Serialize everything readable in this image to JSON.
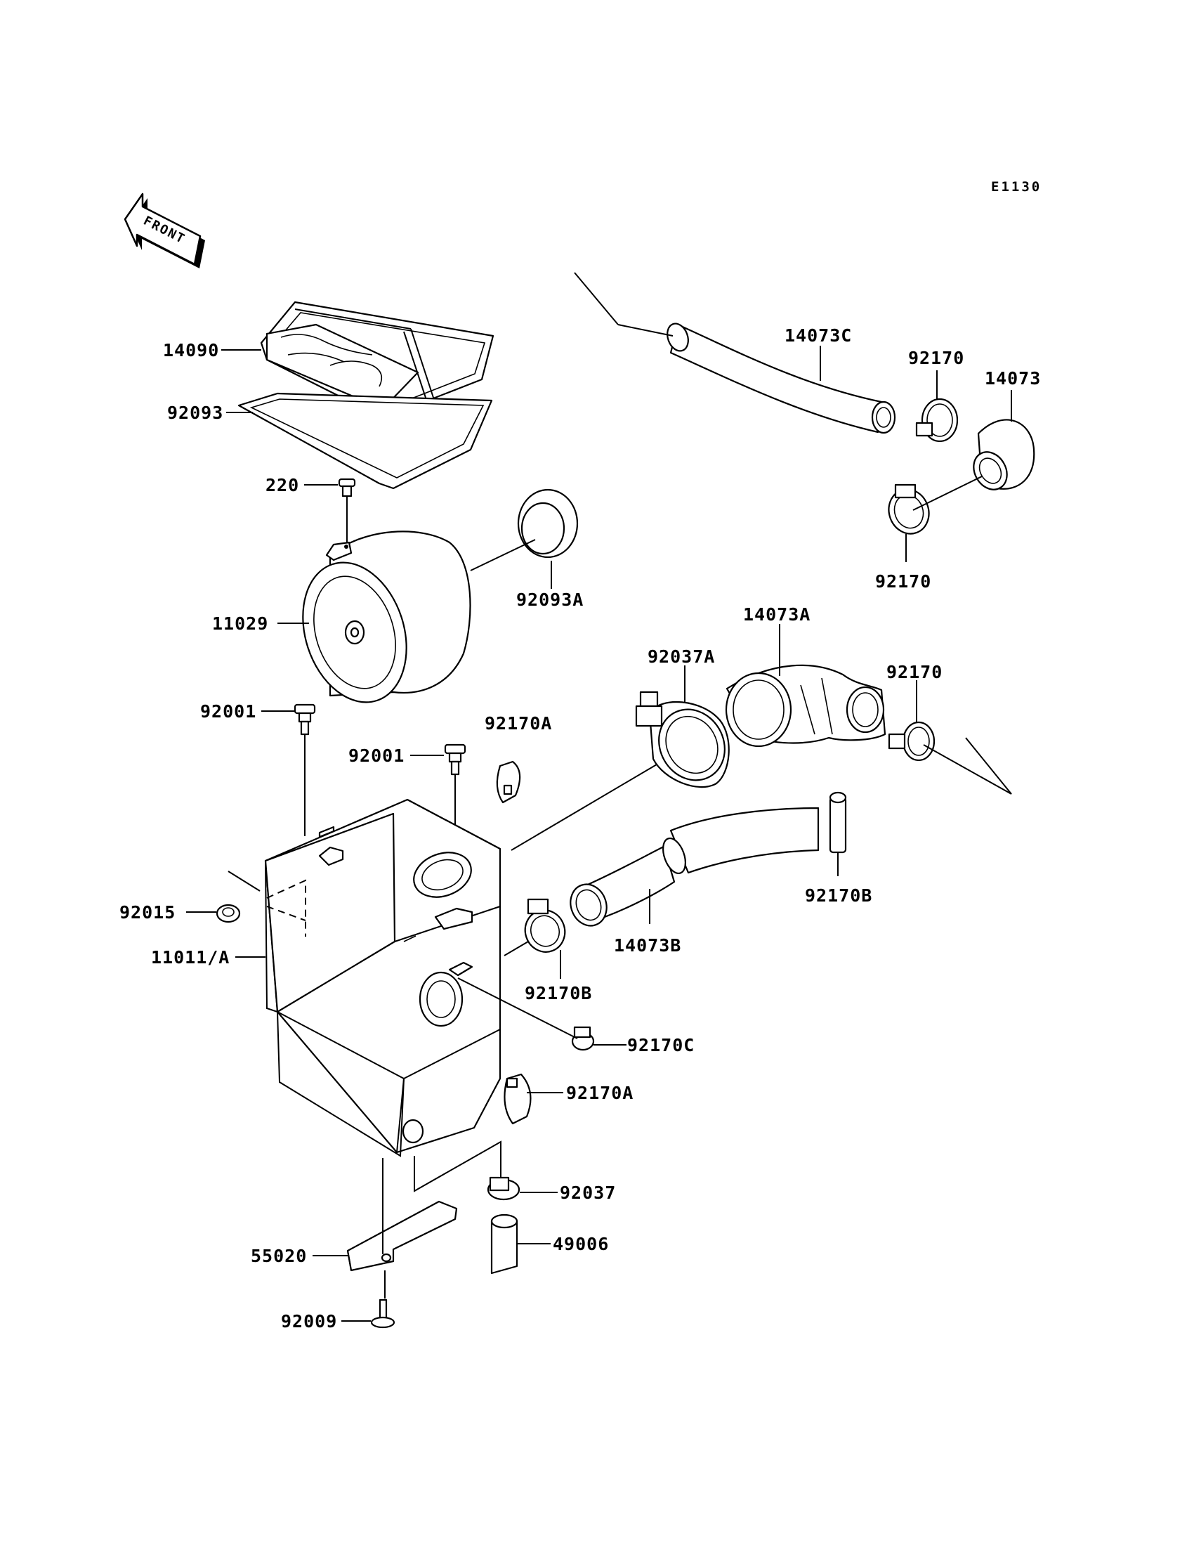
{
  "diagram_code": "E1130",
  "front_marker": "FRONT",
  "labels": {
    "p14090": "14090",
    "p92093": "92093",
    "p220": "220",
    "p11029": "11029",
    "p92093A": "92093A",
    "p92001_a": "92001",
    "p92001_b": "92001",
    "p92170A_a": "92170A",
    "p92015": "92015",
    "p11011A": "11011/A",
    "p14073C": "14073C",
    "p92170_a": "92170",
    "p14073": "14073",
    "p92170_b": "92170",
    "p14073A": "14073A",
    "p92037A": "92037A",
    "p92170_c": "92170",
    "p92170B_a": "92170B",
    "p14073B": "14073B",
    "p92170B_b": "92170B",
    "p92170C": "92170C",
    "p92170A_b": "92170A",
    "p92037": "92037",
    "p49006": "49006",
    "p55020": "55020",
    "p92009": "92009"
  }
}
